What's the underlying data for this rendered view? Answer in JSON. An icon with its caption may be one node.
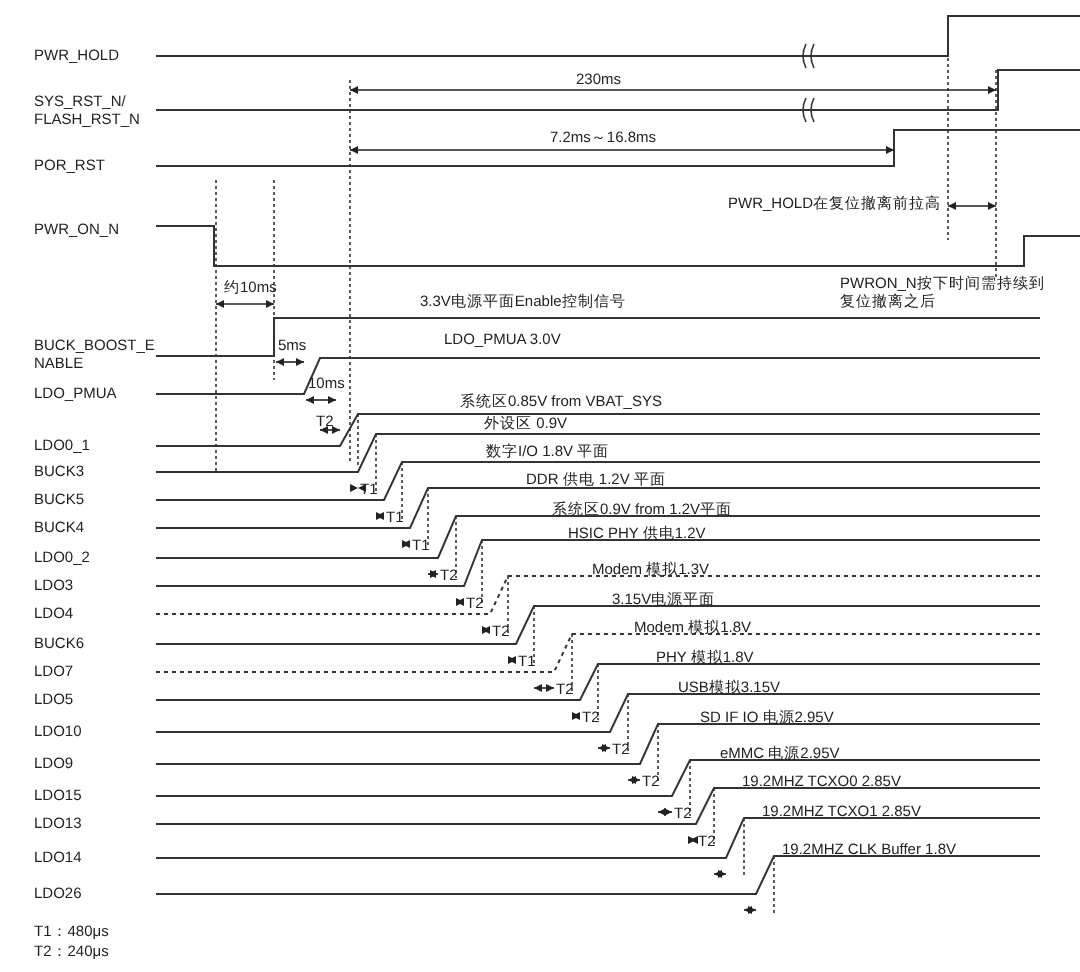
{
  "diagram": {
    "labels": [
      "PWR_HOLD",
      "230ms",
      "SYS_RST_N/ FLASH_RST_N",
      "7.2ms～16.8ms",
      "POR_RST",
      "PWR_HOLD在复位撤离前拉高",
      "PWR_ON_N",
      "PWRON_N按下时间需持续到复位撤离之后",
      "约10ms",
      "3.3V电源平面Enable控制信号",
      "BUCK_BOOST_E NABLE",
      "5ms",
      "LDO_PMUA 3.0V",
      "LDO_PMUA",
      "10ms",
      "系统区0.85V  from VBAT_SYS",
      "外设区  0.9V",
      "LDO0_1",
      "T2",
      "BUCK3",
      "数字I/O  1.8V 平面",
      "T1",
      "DDR  供电 1.2V 平面",
      "BUCK5",
      "T1",
      "系统区0.9V  from 1.2V平面",
      "BUCK4",
      "T1",
      "HSIC PHY 供电1.2V",
      "LDO0_2",
      "T2",
      "Modem 模拟1.3V",
      "LDO3",
      "T2",
      "3.15V电源平面",
      "LDO4",
      "T2",
      "Modem 模拟1.8V",
      "BUCK6",
      "T1",
      "PHY 模拟1.8V",
      "LDO7",
      "T2",
      "USB模拟3.15V",
      "LDO5",
      "T2",
      "SD IF IO 电源2.95V",
      "LDO10",
      "T2",
      "eMMC 电源2.95V",
      "LDO9",
      "T2",
      "19.2MHZ TCXO0 2.85V",
      "LDO15",
      "T2",
      "19.2MHZ TCXO1 2.85V",
      "LDO13",
      "T2",
      "19.2MHZ CLK Buffer 1.8V",
      "LDO14",
      "LDO26",
      "T1：480μs",
      "T2：240μs"
    ]
  }
}
